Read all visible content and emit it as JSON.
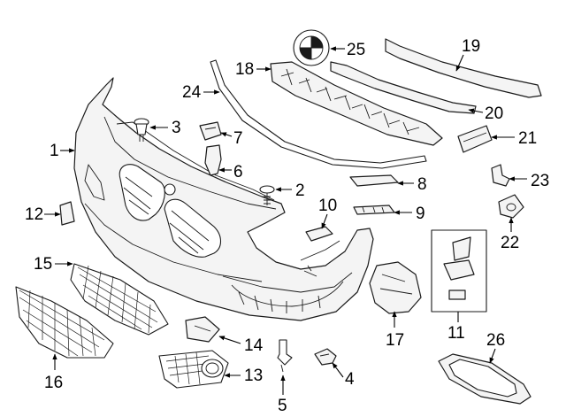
{
  "diagram": {
    "callouts": [
      "1",
      "2",
      "3",
      "4",
      "5",
      "6",
      "7",
      "8",
      "9",
      "10",
      "11",
      "12",
      "13",
      "14",
      "15",
      "16",
      "17",
      "18",
      "19",
      "20",
      "21",
      "22",
      "23",
      "24",
      "25",
      "26"
    ],
    "colors": {
      "line": "#1a1a1a",
      "part_fill": "#f4f4f4",
      "background": "#ffffff"
    }
  }
}
